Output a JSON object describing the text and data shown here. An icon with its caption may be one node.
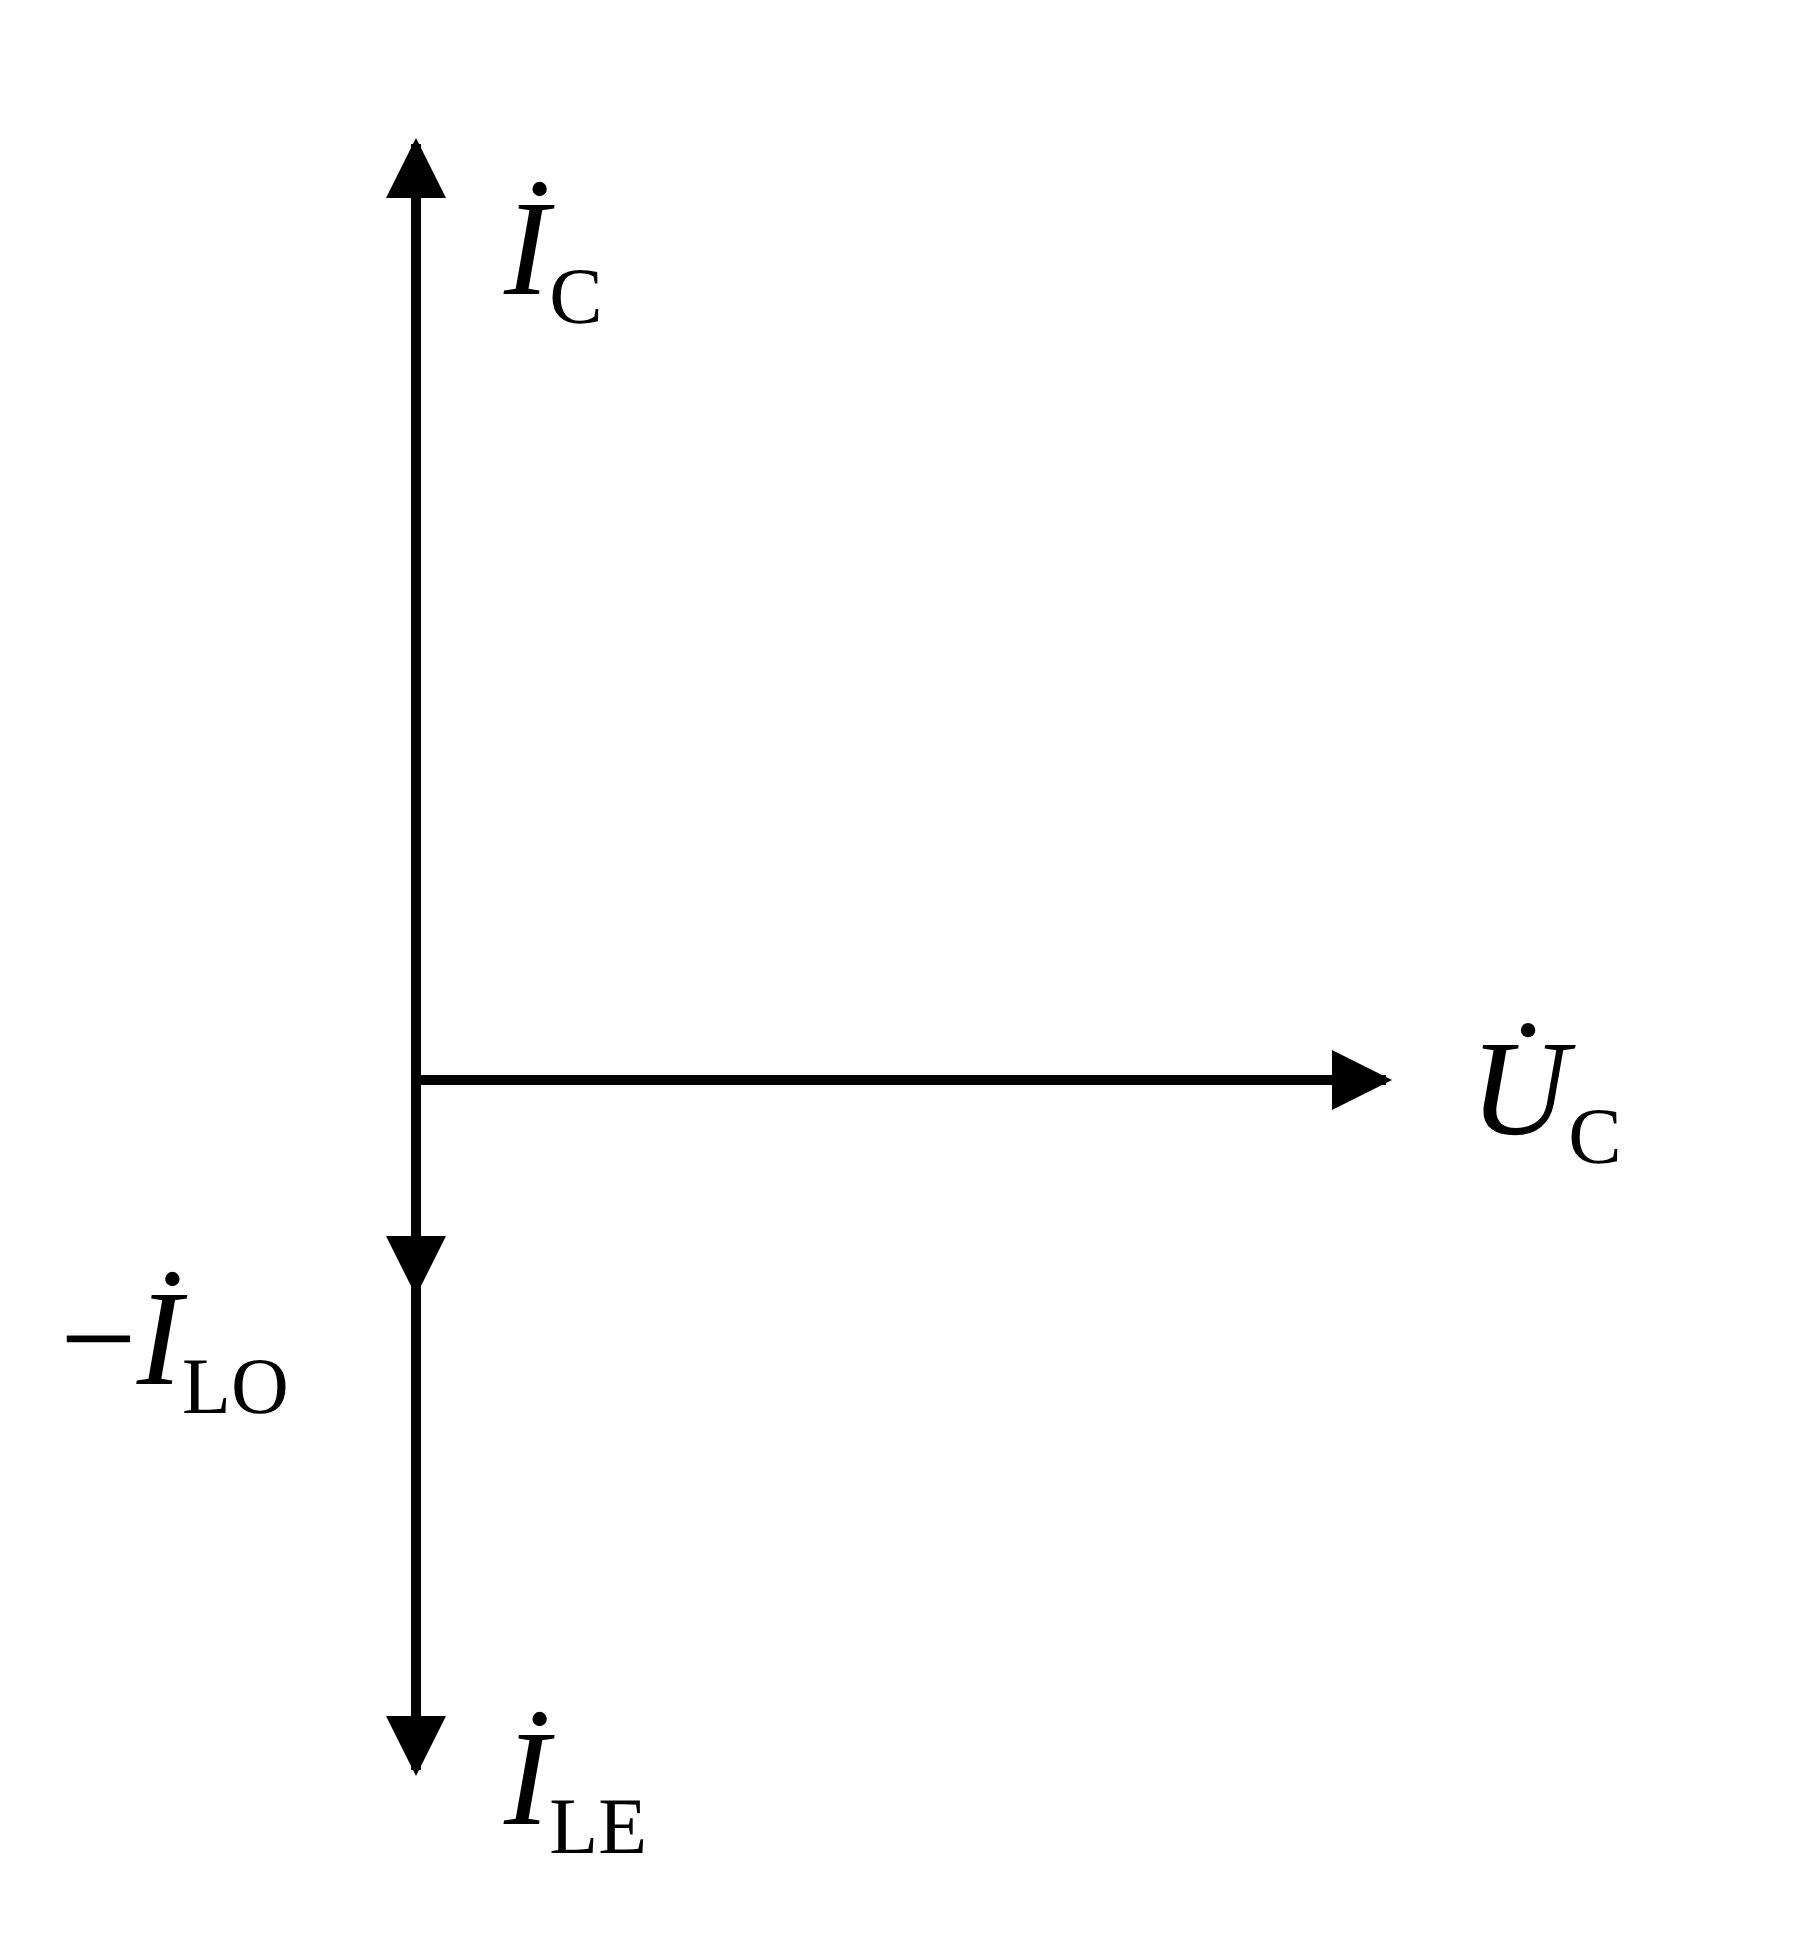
{
  "diagram": {
    "labels": [
      "*İ*$_{C}$",
      "*U̇*$_{C}$",
      "−*İ*$_{LO}$",
      "*İ*$_{LE}$"
    ]
  }
}
